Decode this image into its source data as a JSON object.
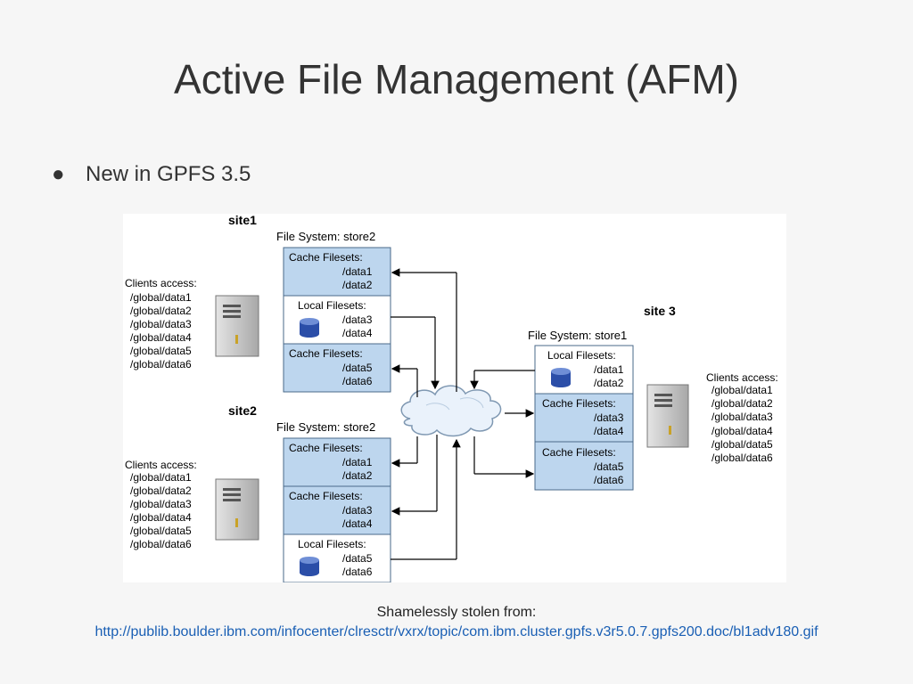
{
  "slide": {
    "title": "Active File Management (AFM)",
    "bullet": "New in GPFS 3.5",
    "credit": "Shamelessly stolen from:",
    "source_url": "http://publib.boulder.ibm.com/infocenter/clresctr/vxrx/topic/com.ibm.cluster.gpfs.v3r5.0.7.gpfs200.doc/bl1adv180.gif"
  },
  "diagram": {
    "colors": {
      "box_fill": "#bdd6ee",
      "box_stroke": "#4a6a8a",
      "db_fill": "#2b4ea8"
    },
    "site1": {
      "label": "site1",
      "fs_label": "File System: store2",
      "clients_title": "Clients access:",
      "clients": [
        "/global/data1",
        "/global/data2",
        "/global/data3",
        "/global/data4",
        "/global/data5",
        "/global/data6"
      ],
      "boxes": [
        {
          "title": "Cache Filesets:",
          "items": [
            "/data1",
            "/data2"
          ]
        },
        {
          "title": "Local Filesets:",
          "items": [
            "/data3",
            "/data4"
          ]
        },
        {
          "title": "Cache Filesets:",
          "items": [
            "/data5",
            "/data6"
          ]
        }
      ]
    },
    "site2": {
      "label": "site2",
      "fs_label": "File System: store2",
      "clients_title": "Clients access:",
      "clients": [
        "/global/data1",
        "/global/data2",
        "/global/data3",
        "/global/data4",
        "/global/data5",
        "/global/data6"
      ],
      "boxes": [
        {
          "title": "Cache Filesets:",
          "items": [
            "/data1",
            "/data2"
          ]
        },
        {
          "title": "Cache Filesets:",
          "items": [
            "/data3",
            "/data4"
          ]
        },
        {
          "title": "Local Filesets:",
          "items": [
            "/data5",
            "/data6"
          ]
        }
      ]
    },
    "site3": {
      "label": "site 3",
      "fs_label": "File System: store1",
      "clients_title": "Clients access:",
      "clients": [
        "/global/data1",
        "/global/data2",
        "/global/data3",
        "/global/data4",
        "/global/data5",
        "/global/data6"
      ],
      "boxes": [
        {
          "title": "Local Filesets:",
          "items": [
            "/data1",
            "/data2"
          ]
        },
        {
          "title": "Cache Filesets:",
          "items": [
            "/data3",
            "/data4"
          ]
        },
        {
          "title": "Cache Filesets:",
          "items": [
            "/data5",
            "/data6"
          ]
        }
      ]
    }
  }
}
